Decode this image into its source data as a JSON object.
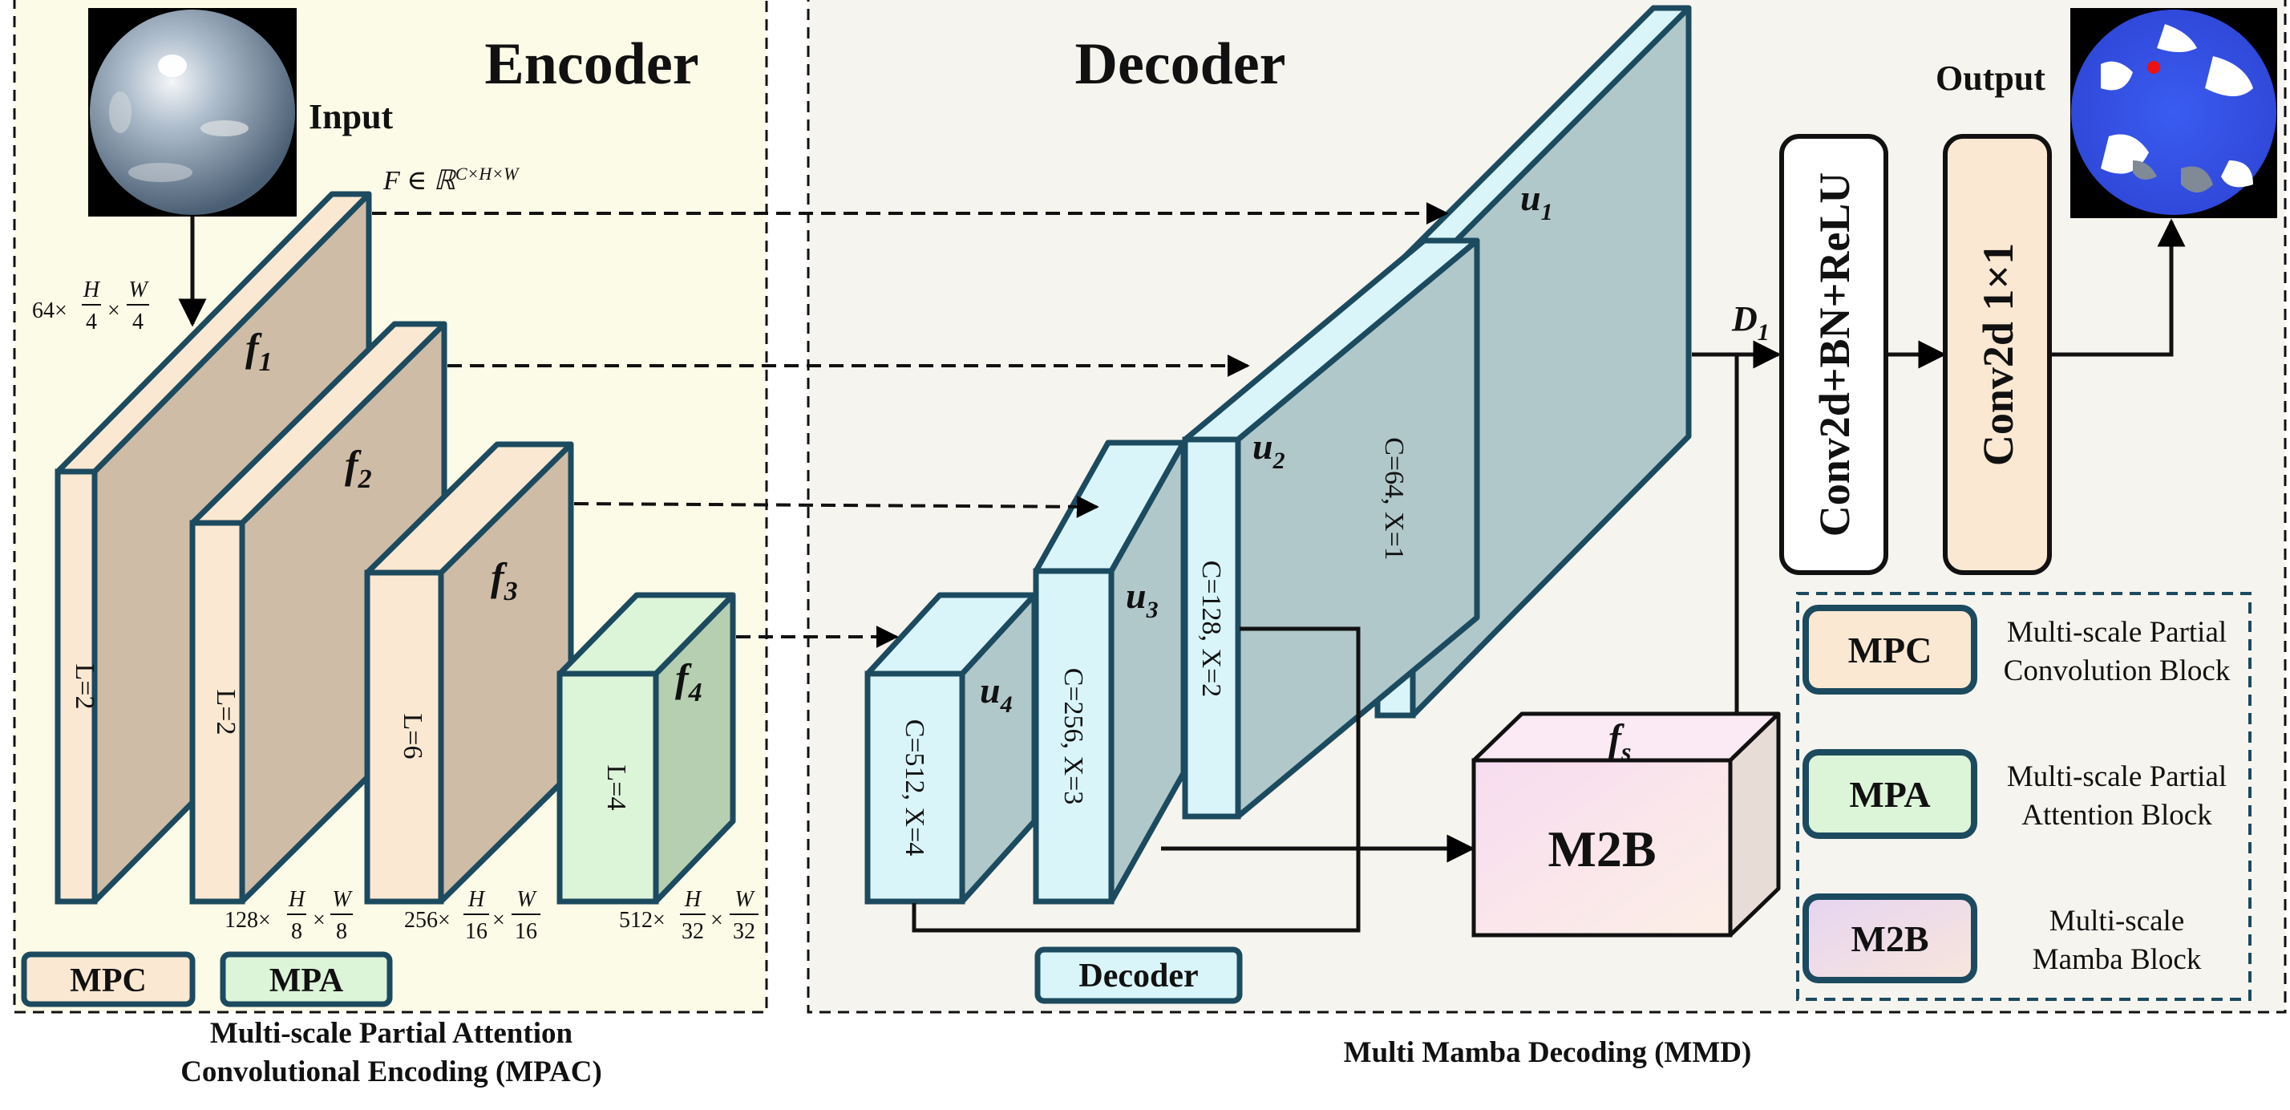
{
  "encoder": {
    "title": "Encoder",
    "input_label": "Input",
    "feature_formula": "F ∈ ℝ",
    "feature_formula_sup": "C×H×W",
    "caption_line1": "Multi-scale Partial Attention",
    "caption_line2": "Convolutional Encoding (MPAC)",
    "dim_f1": {
      "c": "64×",
      "h_num": "H",
      "h_den": "4",
      "w_num": "W",
      "w_den": "4"
    },
    "dim_f2": {
      "c": "128×",
      "h_num": "H",
      "h_den": "8",
      "w_num": "W",
      "w_den": "8"
    },
    "dim_f3": {
      "c": "256×",
      "h_num": "H",
      "h_den": "16",
      "w_num": "W",
      "w_den": "16"
    },
    "dim_f4": {
      "c": "512×",
      "h_num": "H",
      "h_den": "32",
      "w_num": "W",
      "w_den": "32"
    },
    "stages": [
      {
        "name": "f",
        "sub": "1",
        "layers": "L=2"
      },
      {
        "name": "f",
        "sub": "2",
        "layers": "L=2"
      },
      {
        "name": "f",
        "sub": "3",
        "layers": "L=6"
      },
      {
        "name": "f",
        "sub": "4",
        "layers": "L=4"
      }
    ],
    "legend_mpc": "MPC",
    "legend_mpa": "MPA"
  },
  "decoder": {
    "title": "Decoder",
    "caption": "Multi Mamba Decoding (MMD)",
    "legend_decoder": "Decoder",
    "output_label": "Output",
    "stages": [
      {
        "name": "u",
        "sub": "1",
        "label": "C=64, X=1"
      },
      {
        "name": "u",
        "sub": "2",
        "label": "C=128, X=2"
      },
      {
        "name": "u",
        "sub": "3",
        "label": "C=256, X=3"
      },
      {
        "name": "u",
        "sub": "4",
        "label": "C=512, X=4"
      }
    ],
    "d1_name": "D",
    "d1_sub": "1",
    "conv_bn_relu": "Conv2d+BN+ReLU",
    "conv_1x1": "Conv2d 1×1",
    "m2b_label": "M2B",
    "fs_name": "f",
    "fs_sub": "s"
  },
  "legend": [
    {
      "abbr": "MPC",
      "line1": "Multi-scale Partial",
      "line2": "Convolution  Block"
    },
    {
      "abbr": "MPA",
      "line1": "Multi-scale Partial",
      "line2": "Attention Block"
    },
    {
      "abbr": "M2B",
      "line1": "Multi-scale",
      "line2": "Mamba Block"
    }
  ],
  "colors": {
    "encoder_bg": "#fcfbe8",
    "decoder_bg": "#f6f4ee",
    "slab_fill": "#cfbca6",
    "slab_front": "#fbe8d2",
    "mpa_front": "#dcf4d8",
    "mpa_side": "#b5cfb0",
    "decoder_front": "#d9f5fa",
    "decoder_side": "#b1c8cb",
    "box_stroke": "#1c4a5f"
  }
}
